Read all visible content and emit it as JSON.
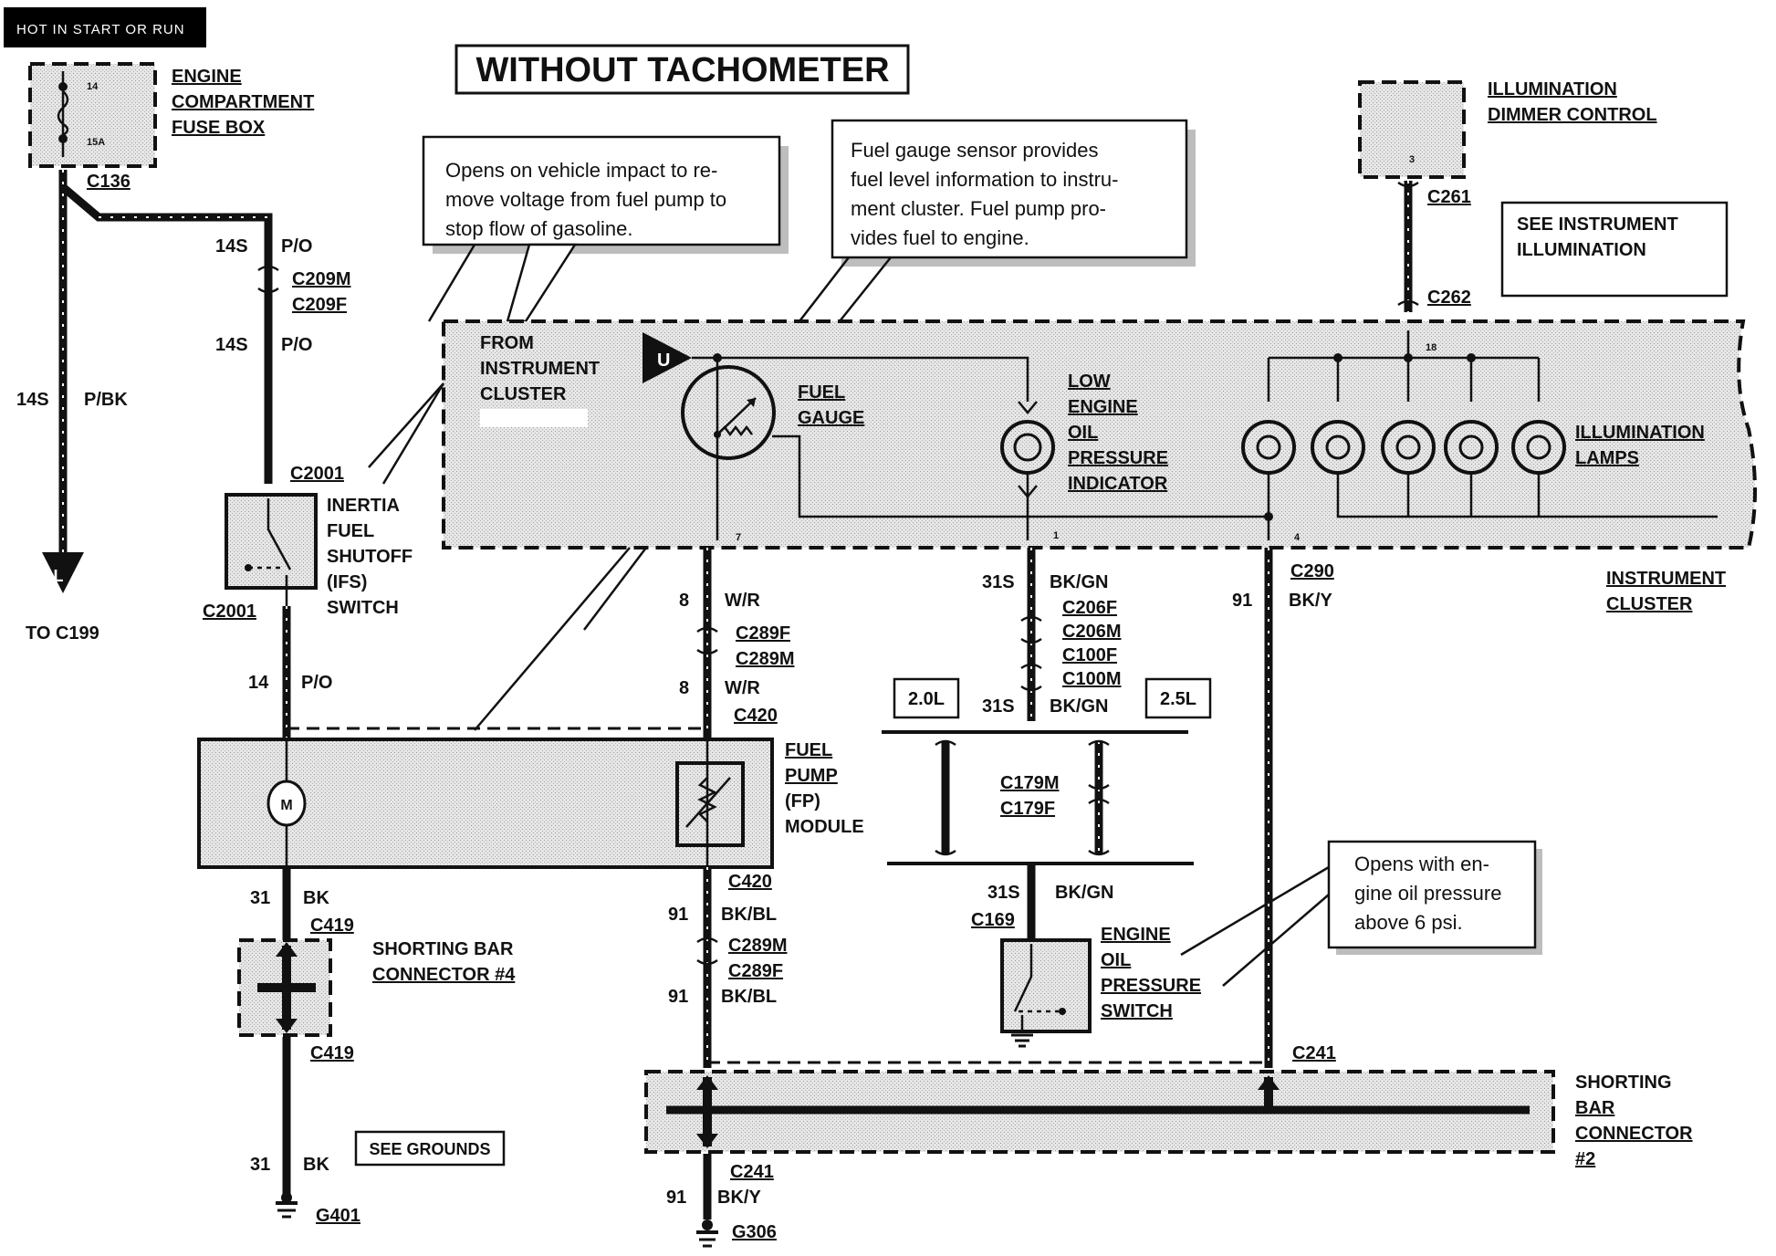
{
  "header": {
    "hot_label": "HOT IN START OR RUN",
    "title": "WITHOUT TACHOMETER"
  },
  "notes": {
    "inertia": [
      "Opens on vehicle impact to re-",
      "move voltage from fuel pump to",
      "stop flow of gasoline."
    ],
    "fuel_gauge": [
      "Fuel gauge sensor provides",
      "fuel level information to instru-",
      "ment cluster. Fuel pump pro-",
      "vides fuel to engine."
    ],
    "oil_switch": [
      "Opens with en-",
      "gine oil pressure",
      "above 6 psi."
    ],
    "see_illumination": [
      "SEE INSTRUMENT",
      "ILLUMINATION"
    ],
    "see_grounds": "SEE GROUNDS"
  },
  "components": {
    "fuse_box": [
      "ENGINE",
      "COMPARTMENT",
      "FUSE BOX"
    ],
    "fuse_number": "14",
    "fuse_rating": "15A",
    "dimmer": [
      "ILLUMINATION",
      "DIMMER CONTROL"
    ],
    "dimmer_pin": "3",
    "instrument_cluster": [
      "INSTRUMENT",
      "CLUSTER"
    ],
    "from_cluster": [
      "FROM",
      "INSTRUMENT",
      "CLUSTER"
    ],
    "cluster_symbol": "U",
    "fuel_gauge": [
      "FUEL",
      "GAUGE"
    ],
    "oil_indicator": [
      "LOW",
      "ENGINE",
      "OIL",
      "PRESSURE",
      "INDICATOR"
    ],
    "illum_lamps": [
      "ILLUMINATION",
      "LAMPS"
    ],
    "ifs": [
      "INERTIA",
      "FUEL",
      "SHUTOFF",
      "(IFS)",
      "SWITCH"
    ],
    "fp_module": [
      "FUEL",
      "PUMP",
      "(FP)",
      "MODULE"
    ],
    "motor": "M",
    "shorting4": [
      "SHORTING BAR",
      "CONNECTOR #4"
    ],
    "shorting2": [
      "SHORTING",
      "BAR",
      "CONNECTOR",
      "#2"
    ],
    "oil_switch": [
      "ENGINE",
      "OIL",
      "PRESSURE",
      "SWITCH"
    ],
    "engine_20": "2.0L",
    "engine_25": "2.5L",
    "ground_symbol": "L",
    "to_c199": "TO C199"
  },
  "pins": {
    "p18": "18",
    "p7": "7",
    "p1": "1",
    "p4": "4"
  },
  "connectors": {
    "c136": "C136",
    "c209m": "C209M",
    "c209f": "C209F",
    "c2001_top": "C2001",
    "c2001_bot": "C2001",
    "c261": "C261",
    "c262": "C262",
    "c290": "C290",
    "c289f_a": "C289F",
    "c289m_a": "C289M",
    "c420_a": "C420",
    "c420_b": "C420",
    "c289m_b": "C289M",
    "c289f_b": "C289F",
    "c206f": "C206F",
    "c206m": "C206M",
    "c100f": "C100F",
    "c100m": "C100M",
    "c179m": "C179M",
    "c179f": "C179F",
    "c169": "C169",
    "c419_a": "C419",
    "c419_b": "C419",
    "c241_a": "C241",
    "c241_b": "C241",
    "g401": "G401",
    "g306": "G306"
  },
  "wires": {
    "w14s_pbk": {
      "circuit": "14S",
      "color": "P/BK"
    },
    "w14s_po_1": {
      "circuit": "14S",
      "color": "P/O"
    },
    "w14s_po_2": {
      "circuit": "14S",
      "color": "P/O"
    },
    "w14_po": {
      "circuit": "14",
      "color": "P/O"
    },
    "w8_wr_1": {
      "circuit": "8",
      "color": "W/R"
    },
    "w8_wr_2": {
      "circuit": "8",
      "color": "W/R"
    },
    "w31s_1": {
      "circuit": "31S",
      "color": "BK/GN"
    },
    "w31s_2": {
      "circuit": "31S",
      "color": "BK/GN"
    },
    "w31s_3": {
      "circuit": "31S",
      "color": "BK/GN"
    },
    "w91_bky": {
      "circuit": "91",
      "color": "BK/Y"
    },
    "w31_bk_1": {
      "circuit": "31",
      "color": "BK"
    },
    "w31_bk_2": {
      "circuit": "31",
      "color": "BK"
    },
    "w91_bkbl_1": {
      "circuit": "91",
      "color": "BK/BL"
    },
    "w91_bkbl_2": {
      "circuit": "91",
      "color": "BK/BL"
    },
    "w91_bky_2": {
      "circuit": "91",
      "color": "BK/Y"
    }
  }
}
